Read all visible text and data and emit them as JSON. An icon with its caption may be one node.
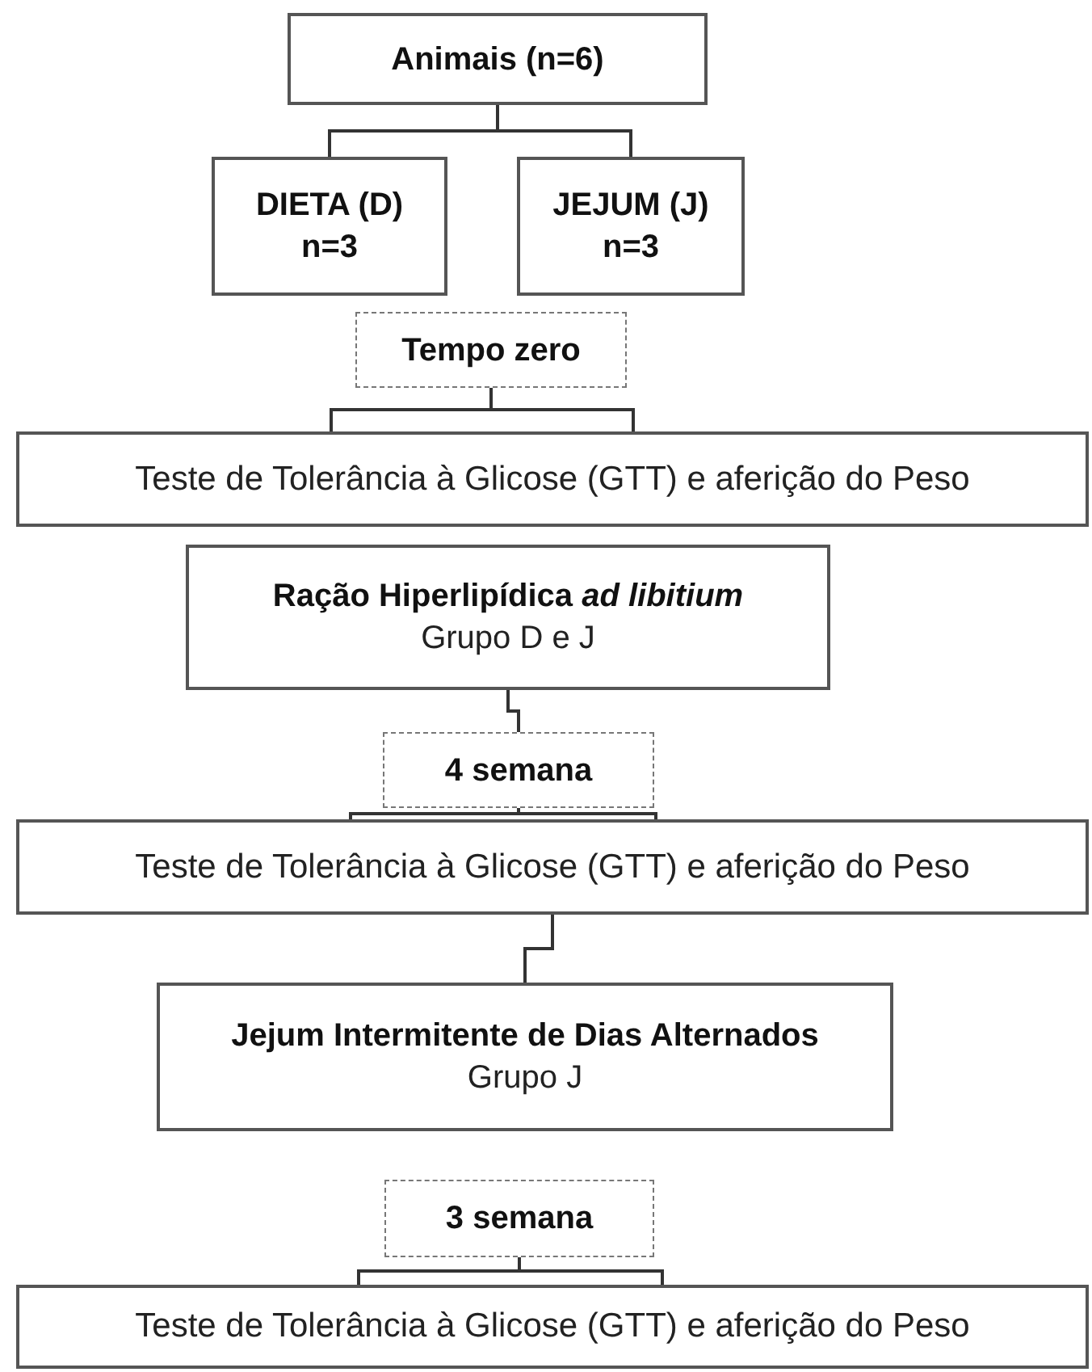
{
  "diagram": {
    "nodes": [
      {
        "text": [
          "Animais (n=6)"
        ]
      },
      {
        "text": [
          "DIETA (D)",
          "n=3"
        ]
      },
      {
        "text": [
          "JEJUM (J)",
          "n=3"
        ]
      },
      {
        "text": [
          "Tempo zero"
        ]
      },
      {
        "text": [
          "Teste de Tolerância à Glicose (GTT) e aferição do Peso"
        ]
      },
      {
        "text": [
          "Ração Hiperlipídica *ad libitium*",
          "Grupo D e J"
        ]
      },
      {
        "text": [
          "4 semana"
        ]
      },
      {
        "text": [
          "Teste de Tolerância à Glicose (GTT) e aferição do Peso"
        ]
      },
      {
        "text": [
          "Jejum Intermitente de Dias Alternados",
          "Grupo J"
        ]
      },
      {
        "text": [
          "3 semana"
        ]
      },
      {
        "text": [
          "Teste de Tolerância à Glicose (GTT) e aferição do Peso"
        ]
      }
    ],
    "edges": [
      {
        "from": 0,
        "to": 1,
        "arrow": "none"
      },
      {
        "from": 0,
        "to": 2,
        "arrow": "none"
      },
      {
        "from": 3,
        "to": 4,
        "arrow": "none"
      },
      {
        "from": 5,
        "to": 6,
        "arrow": "none"
      },
      {
        "from": 6,
        "to": 7,
        "arrow": "none"
      },
      {
        "from": 7,
        "to": 8,
        "arrow": "none"
      },
      {
        "from": 9,
        "to": 10,
        "arrow": "none"
      }
    ]
  }
}
